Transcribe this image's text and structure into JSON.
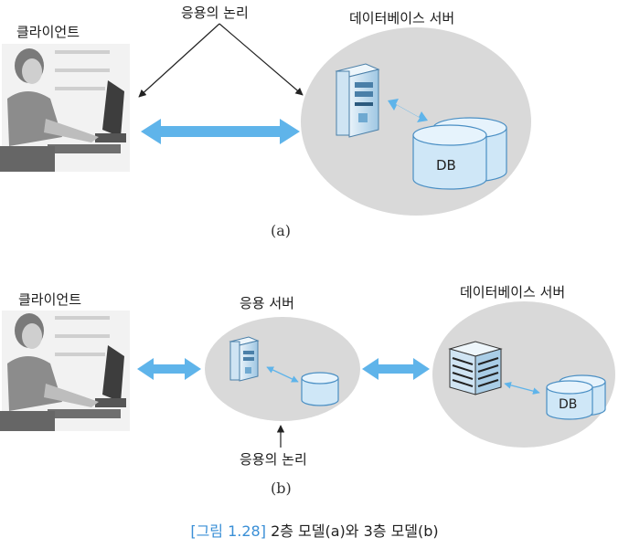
{
  "part_a": {
    "client_label": "클라이언트",
    "logic_label": "응용의 논리",
    "db_server_label": "데이터베이스 서버",
    "db_label": "DB",
    "sublabel": "(a)"
  },
  "part_b": {
    "client_label": "클라이언트",
    "app_server_label": "응용 서버",
    "db_server_label": "데이터베이스 서버",
    "db_label": "DB",
    "logic_label": "응용의 논리",
    "sublabel": "(b)"
  },
  "caption": {
    "number": "[그림 1.28]",
    "text": "2층 모델(a)와 3층 모델(b)"
  },
  "colors": {
    "ellipse_fill": "#d9d9d9",
    "arrow_blue": "#5fb4ea",
    "caption_accent": "#3a8fd6",
    "db_fill": "#cfe7f7",
    "db_stroke": "#4a8fc4"
  }
}
